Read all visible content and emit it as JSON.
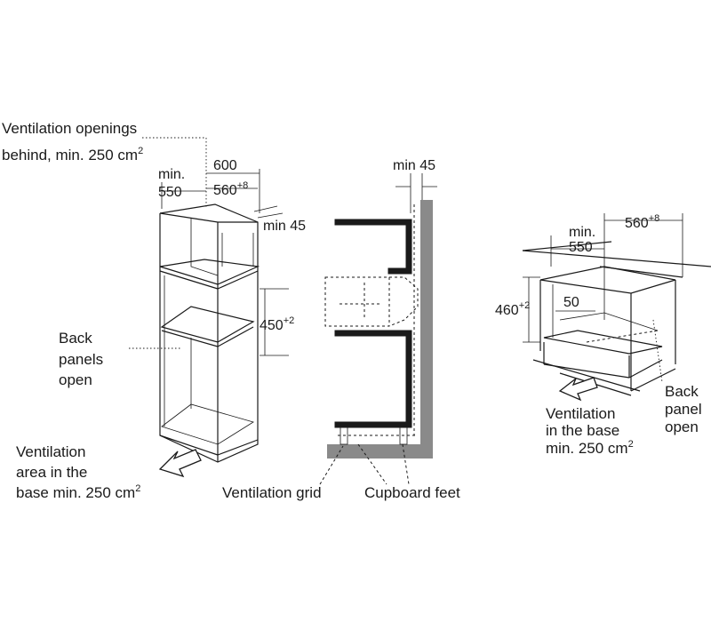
{
  "left": {
    "vent_behind_l1": "Ventilation openings",
    "vent_behind_l2": "behind, min. 250 cm",
    "vent_behind_sup": "2",
    "dim_min": "min.",
    "dim_550": "550",
    "dim_600": "600",
    "dim_560": "560",
    "dim_560_sup": "+8",
    "dim_min45": "min 45",
    "dim_450": "450",
    "dim_450_sup": "+2",
    "back_panels_l1": "Back",
    "back_panels_l2": "panels",
    "back_panels_l3": "open",
    "vent_area_l1": "Ventilation",
    "vent_area_l2": "area in the",
    "vent_area_l3": "base min. 250 cm",
    "vent_area_sup": "2"
  },
  "middle": {
    "dim_min45": "min 45",
    "ventilation_grid": "Ventilation grid",
    "cupboard_feet": "Cupboard feet"
  },
  "right": {
    "dim_min": "min.",
    "dim_550": "550",
    "dim_560": "560",
    "dim_560_sup": "+8",
    "dim_460": "460",
    "dim_460_sup": "+2",
    "dim_50": "50",
    "vent_base_l1": "Ventilation",
    "vent_base_l2": "in the base",
    "vent_base_l3": "min. 250 cm",
    "vent_base_sup": "2",
    "back_panel_l1": "Back",
    "back_panel_l2": "panel",
    "back_panel_l3": "open"
  }
}
